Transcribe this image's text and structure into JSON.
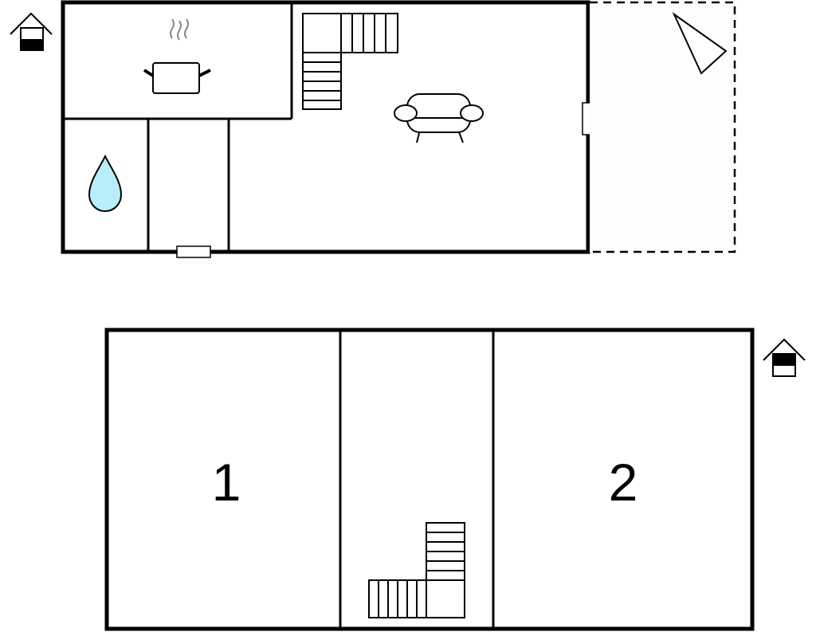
{
  "plan": {
    "ground_floor": {
      "rooms": [
        "kitchen",
        "bathroom",
        "hallway",
        "living-room"
      ],
      "terrace": "terrace",
      "icons": [
        "floor-level-icon",
        "cooking-pot-icon",
        "water-drop-icon",
        "sofa-icon",
        "staircase-icon",
        "sun-lounger-icon"
      ]
    },
    "upper_floor": {
      "bedroom_1_label": "1",
      "bedroom_2_label": "2",
      "icons": [
        "floor-level-icon",
        "staircase-icon"
      ]
    }
  },
  "colors": {
    "wall": "#000000",
    "water": "#b8eef7",
    "background": "#ffffff"
  }
}
